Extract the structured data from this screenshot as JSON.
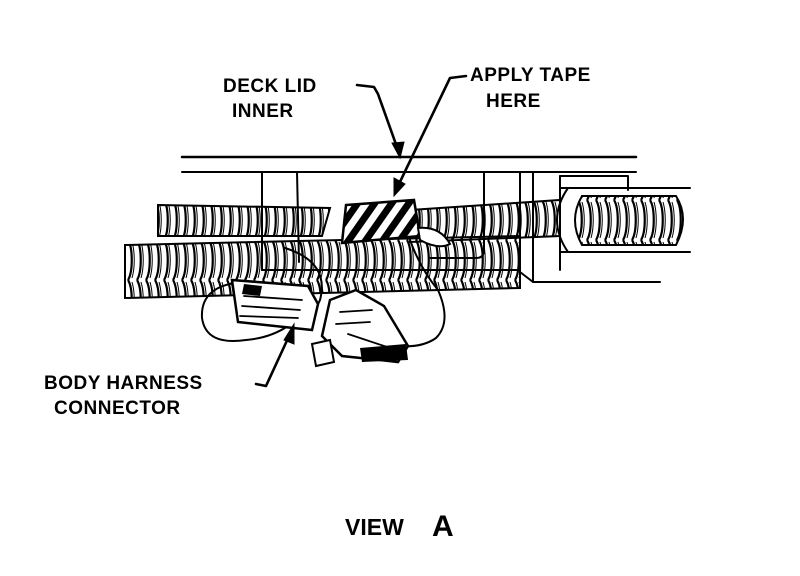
{
  "callouts": {
    "deck_lid_inner": [
      "DECK LID",
      "INNER"
    ],
    "apply_tape": [
      "APPLY TAPE",
      "HERE"
    ],
    "body_harness_connector": [
      "BODY HARNESS",
      "CONNECTOR"
    ]
  },
  "caption": {
    "word": "VIEW",
    "letter": "A"
  }
}
